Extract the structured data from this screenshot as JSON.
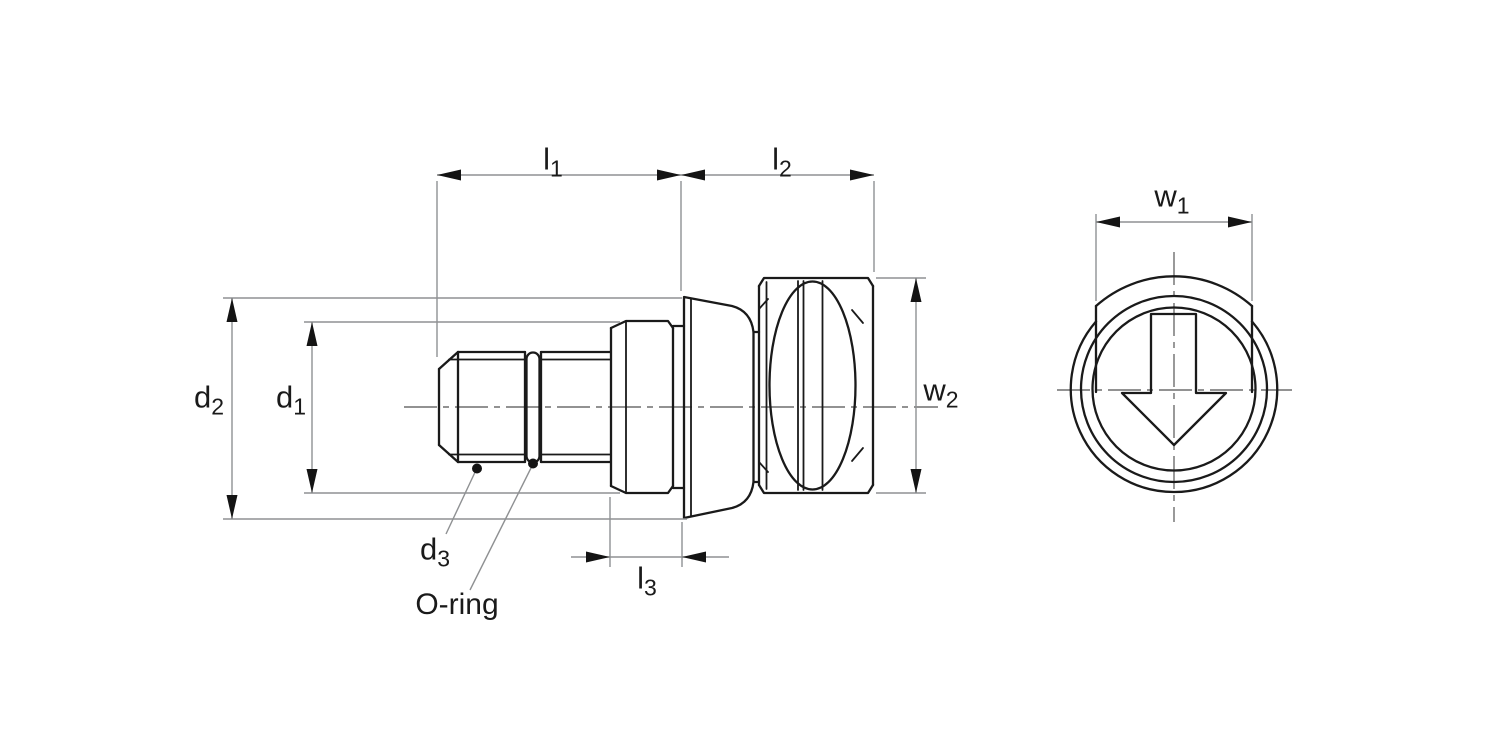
{
  "drawing": {
    "colors": {
      "background": "#ffffff",
      "outline": "#1a1a1a",
      "dimension_lines": "#8f9193",
      "centerline": "#6e6e6e",
      "text": "#1a1a1a"
    },
    "labels": {
      "l1": {
        "main": "l",
        "sub": "1"
      },
      "l2": {
        "main": "l",
        "sub": "2"
      },
      "l3": {
        "main": "l",
        "sub": "3"
      },
      "d1": {
        "main": "d",
        "sub": "1"
      },
      "d2": {
        "main": "d",
        "sub": "2"
      },
      "d3": {
        "main": "d",
        "sub": "3"
      },
      "w1": {
        "main": "w",
        "sub": "1"
      },
      "w2": {
        "main": "w",
        "sub": "2"
      },
      "oring": {
        "text": "O-ring"
      }
    }
  }
}
